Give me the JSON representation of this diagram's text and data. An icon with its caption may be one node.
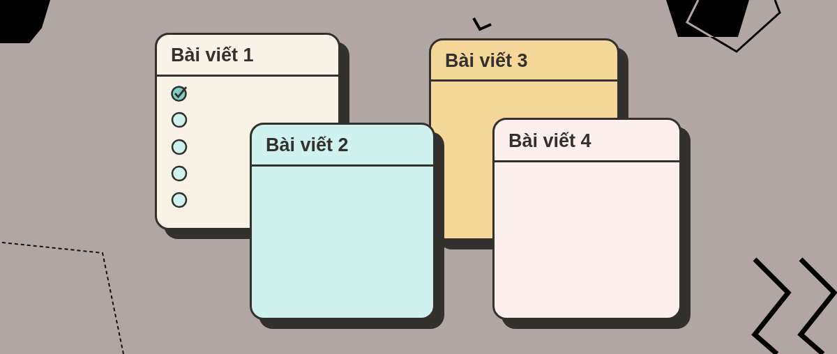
{
  "diagram": {
    "nodes": [
      {
        "text": [
          "Bài viết 1"
        ]
      },
      {
        "text": [
          "Bài viết 2"
        ]
      },
      {
        "text": [
          "Bài viết 3"
        ]
      },
      {
        "text": [
          "Bài viết 4"
        ]
      }
    ]
  }
}
